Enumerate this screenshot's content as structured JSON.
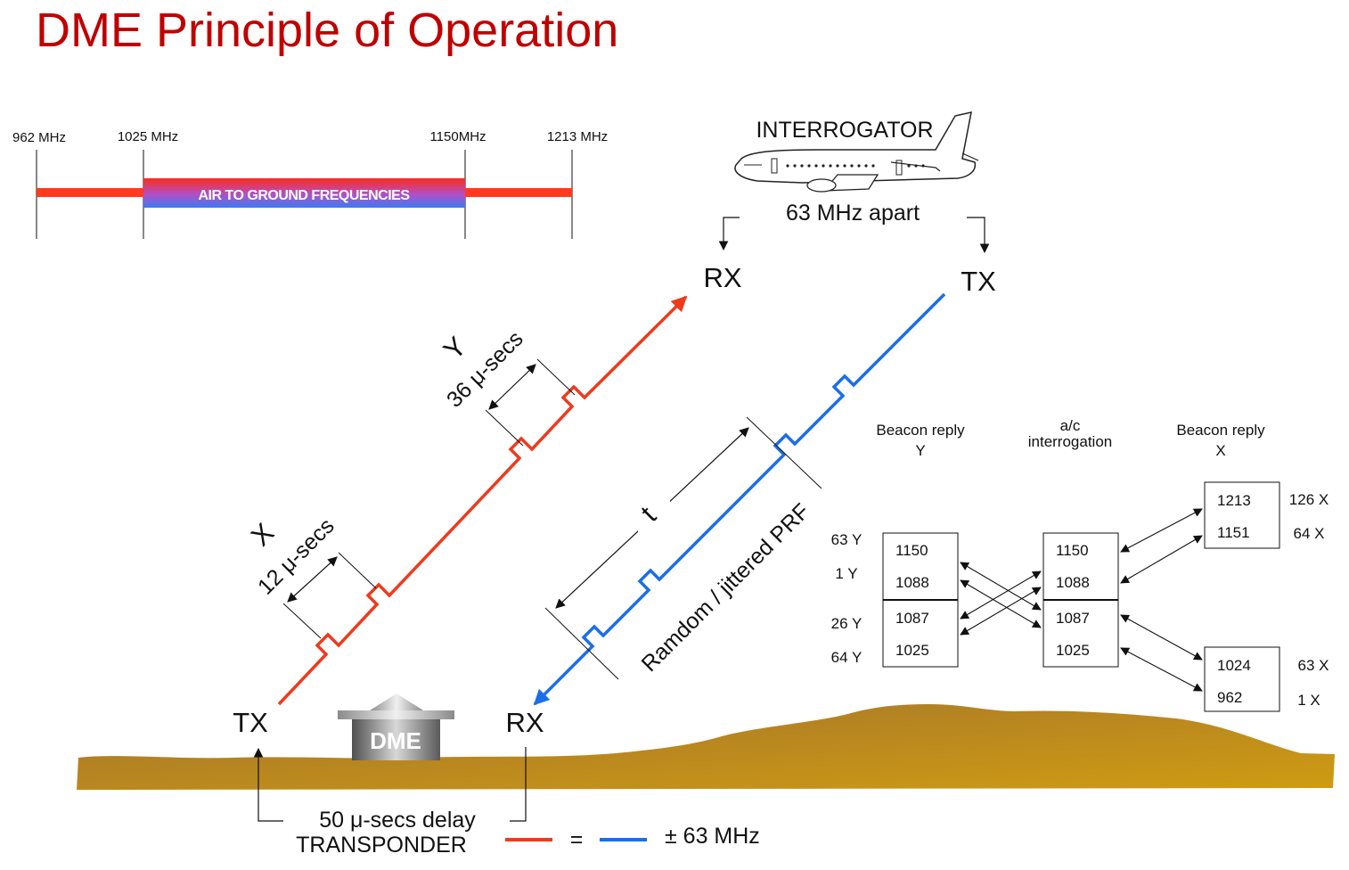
{
  "title": "DME Principle of Operation",
  "spectrum": {
    "labels": [
      "962 MHz",
      "1025 MHz",
      "1150MHz",
      "1213 MHz"
    ],
    "band_label": "AIR TO GROUND FREQUENCIES"
  },
  "aircraft": {
    "label": "INTERROGATOR",
    "separation": "63 MHz apart",
    "rx": "RX",
    "tx": "TX"
  },
  "ground": {
    "tx": "TX",
    "rx": "RX",
    "station": "DME",
    "delay": "50 μ-secs delay",
    "transponder": "TRANSPONDER"
  },
  "pulses": {
    "x_mode": "X",
    "x_spacing": "12 μ-secs",
    "y_mode": "Y",
    "y_spacing": "36 μ-secs",
    "t_label": "t",
    "prf_label": "Ramdom / jittered PRF"
  },
  "legend": {
    "equals": "=",
    "text": "± 63 MHz",
    "colors": {
      "reply": "#ee3a1d",
      "interrogation": "#1a6fe6"
    }
  },
  "table": {
    "col_y": "Beacon reply\nY",
    "col_ac": "a/c\ninterrogation",
    "col_x": "Beacon reply\nX",
    "beacon_y": {
      "top": [
        "1150",
        "1088"
      ],
      "bottom": [
        "1087",
        "1025"
      ],
      "channels": [
        "63 Y",
        "1 Y",
        "26 Y",
        "64 Y"
      ]
    },
    "interrogation": {
      "top": [
        "1150",
        "1088"
      ],
      "bottom": [
        "1087",
        "1025"
      ]
    },
    "beacon_x_top": {
      "values": [
        "1213",
        "1151"
      ],
      "channels": [
        "126 X",
        "64 X"
      ]
    },
    "beacon_x_bottom": {
      "values": [
        "1024",
        "962"
      ],
      "channels": [
        "63 X",
        "1 X"
      ]
    }
  }
}
